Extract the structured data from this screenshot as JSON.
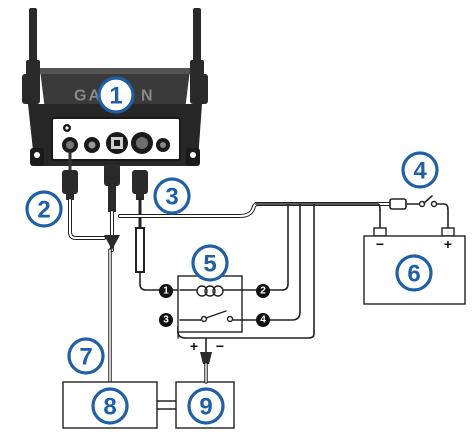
{
  "device": {
    "brand_left": "GA",
    "brand_right": "N"
  },
  "callouts": [
    {
      "id": "1",
      "label": "1"
    },
    {
      "id": "2",
      "label": "2"
    },
    {
      "id": "3",
      "label": "3"
    },
    {
      "id": "4",
      "label": "4"
    },
    {
      "id": "5",
      "label": "5"
    },
    {
      "id": "6",
      "label": "6"
    },
    {
      "id": "7",
      "label": "7"
    },
    {
      "id": "8",
      "label": "8"
    },
    {
      "id": "9",
      "label": "9"
    }
  ],
  "relay_terminals": [
    {
      "label": "1"
    },
    {
      "label": "2"
    },
    {
      "label": "3"
    },
    {
      "label": "4"
    }
  ],
  "battery": {
    "minus": "−",
    "plus": "+"
  },
  "device9_polarity": {
    "plus": "+",
    "minus": "−"
  },
  "colors": {
    "callout": "#1f5fa8",
    "line": "#222222",
    "device_body": "#2a2a2a"
  }
}
